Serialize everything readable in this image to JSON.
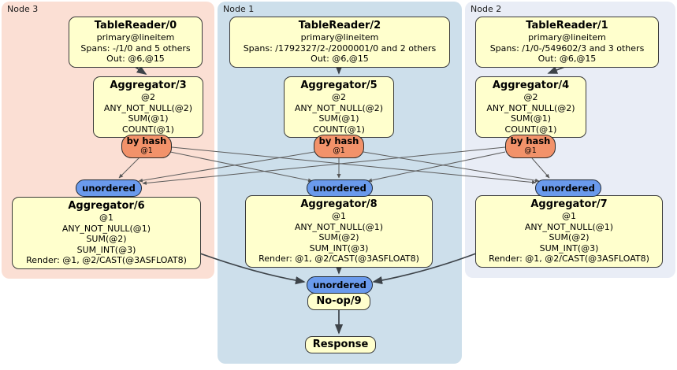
{
  "diagram": "DistSQL physical plan",
  "nodes": [
    {
      "label": "Node 3"
    },
    {
      "label": "Node 1"
    },
    {
      "label": "Node 2"
    }
  ],
  "routers": {
    "hash_label": "by hash",
    "hash_arg": "@1",
    "merge_label": "unordered"
  },
  "processors": {
    "tr0": {
      "title": "TableReader/0",
      "lines": [
        "primary@lineitem",
        "Spans: -/1/0 and 5 others",
        "Out: @6,@15"
      ]
    },
    "tr2": {
      "title": "TableReader/2",
      "lines": [
        "primary@lineitem",
        "Spans: /1792327/2-/2000001/0 and 2 others",
        "Out: @6,@15"
      ]
    },
    "tr1": {
      "title": "TableReader/1",
      "lines": [
        "primary@lineitem",
        "Spans: /1/0-/549602/3 and 3 others",
        "Out: @6,@15"
      ]
    },
    "agg3": {
      "title": "Aggregator/3",
      "lines": [
        "@2",
        "ANY_NOT_NULL(@2)",
        "SUM(@1)",
        "COUNT(@1)"
      ]
    },
    "agg5": {
      "title": "Aggregator/5",
      "lines": [
        "@2",
        "ANY_NOT_NULL(@2)",
        "SUM(@1)",
        "COUNT(@1)"
      ]
    },
    "agg4": {
      "title": "Aggregator/4",
      "lines": [
        "@2",
        "ANY_NOT_NULL(@2)",
        "SUM(@1)",
        "COUNT(@1)"
      ]
    },
    "agg6": {
      "title": "Aggregator/6",
      "lines": [
        "@1",
        "ANY_NOT_NULL(@1)",
        "SUM(@2)",
        "SUM_INT(@3)",
        "Render: @1, @2/CAST(@3ASFLOAT8)"
      ]
    },
    "agg8": {
      "title": "Aggregator/8",
      "lines": [
        "@1",
        "ANY_NOT_NULL(@1)",
        "SUM(@2)",
        "SUM_INT(@3)",
        "Render: @1, @2/CAST(@3ASFLOAT8)"
      ]
    },
    "agg7": {
      "title": "Aggregator/7",
      "lines": [
        "@1",
        "ANY_NOT_NULL(@1)",
        "SUM(@2)",
        "SUM_INT(@3)",
        "Render: @1, @2/CAST(@3ASFLOAT8)"
      ]
    },
    "noop": {
      "title": "No-op/9"
    },
    "response": {
      "title": "Response"
    }
  },
  "colors": {
    "node3_bg": "#fbdfd4",
    "node1_bg": "#cddfeb",
    "node2_bg": "#e9edf6",
    "box_bg": "#ffffcd",
    "hash_router_bg": "#f2926a",
    "unordered_sync_bg": "#6a9aec"
  }
}
